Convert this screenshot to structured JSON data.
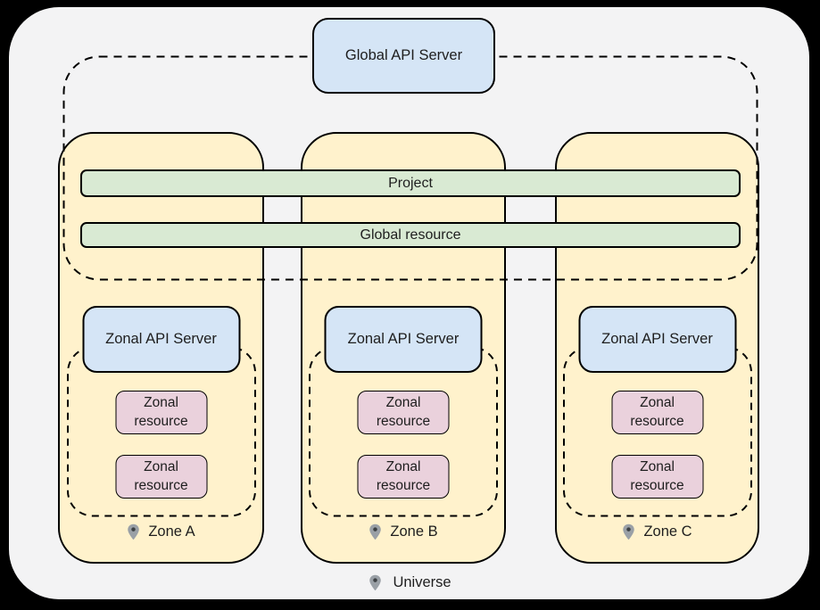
{
  "global_api_server": {
    "label": "Global API Server"
  },
  "bars": {
    "project": "Project",
    "global_resource": "Global resource"
  },
  "zones": [
    {
      "label": "Zone A",
      "api_server": "Zonal API Server",
      "resources": [
        "Zonal resource",
        "Zonal resource"
      ]
    },
    {
      "label": "Zone B",
      "api_server": "Zonal API Server",
      "resources": [
        "Zonal resource",
        "Zonal resource"
      ]
    },
    {
      "label": "Zone C",
      "api_server": "Zonal API Server",
      "resources": [
        "Zonal resource",
        "Zonal resource"
      ]
    }
  ],
  "universe": {
    "label": "Universe"
  },
  "icons": {
    "zone_marker": "location-pin-icon"
  },
  "colors": {
    "background": "#000000",
    "universe_fill": "#F3F3F4",
    "zone_fill": "#FFF2CC",
    "api_server_fill": "#D5E5F6",
    "bar_fill": "#D9EAD3",
    "resource_fill": "#EAD1DC",
    "outline": "#000000",
    "dashed_outline": "#000000",
    "pin_body": "#9AA0A6",
    "pin_dot": "#3C4043",
    "text": "#1E1E1E"
  }
}
